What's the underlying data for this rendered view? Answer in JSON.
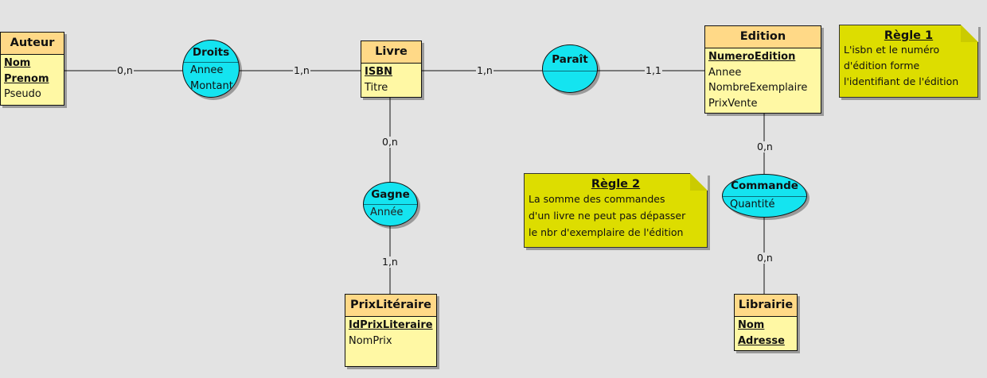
{
  "entities": {
    "auteur": {
      "name": "Auteur",
      "fields": [
        {
          "label": "Nom",
          "key": true
        },
        {
          "label": "Prenom",
          "key": true
        },
        {
          "label": "Pseudo",
          "key": false
        }
      ]
    },
    "livre": {
      "name": "Livre",
      "fields": [
        {
          "label": "ISBN",
          "key": true
        },
        {
          "label": "Titre",
          "key": false
        }
      ]
    },
    "edition": {
      "name": "Edition",
      "fields": [
        {
          "label": "NumeroEdition",
          "key": true
        },
        {
          "label": "Annee",
          "key": false
        },
        {
          "label": "NombreExemplaire",
          "key": false
        },
        {
          "label": "PrixVente",
          "key": false
        }
      ]
    },
    "prix": {
      "name": "PrixLitéraire",
      "fields": [
        {
          "label": "IdPrixLiteraire",
          "key": true
        },
        {
          "label": "NomPrix",
          "key": false
        }
      ]
    },
    "librairie": {
      "name": "Librairie",
      "fields": [
        {
          "label": "Nom",
          "key": true
        },
        {
          "label": "Adresse",
          "key": true
        }
      ]
    }
  },
  "relations": {
    "droits": {
      "name": "Droits",
      "fields": [
        "Annee",
        "Montant"
      ]
    },
    "parait": {
      "name": "Paraît",
      "fields": []
    },
    "gagne": {
      "name": "Gagne",
      "fields": [
        "Année"
      ]
    },
    "commande": {
      "name": "Commande",
      "fields": [
        "Quantité"
      ]
    }
  },
  "cardinalities": {
    "auteur_droits": "0,n",
    "livre_droits": "1,n",
    "livre_parait": "1,n",
    "edition_parait": "1,1",
    "livre_gagne": "0,n",
    "prix_gagne": "1,n",
    "edition_commande": "0,n",
    "librairie_commande": "0,n"
  },
  "notes": {
    "regle1": {
      "title": "Règle 1",
      "lines": [
        "L'isbn et le numéro",
        "d'édition forme",
        "l'identifiant de l'édition"
      ]
    },
    "regle2": {
      "title": "Règle 2",
      "lines": [
        "La somme des commandes",
        "d'un livre ne peut pas dépasser",
        "le nbr d'exemplaire de l'édition"
      ]
    }
  },
  "colors": {
    "background": "#e3e3e3",
    "entity_header": "#ffd987",
    "entity_body": "#fff8a4",
    "relation": "#14e4f0",
    "note": "#dddd00"
  }
}
